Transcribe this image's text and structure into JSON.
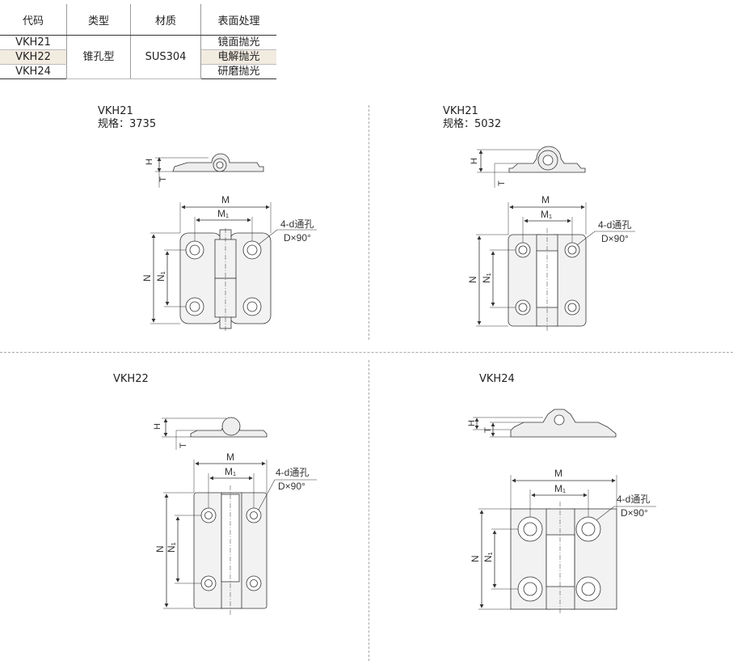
{
  "table": {
    "headers": [
      "代码",
      "类型",
      "材质",
      "表面处理"
    ],
    "codes": [
      "VKH21",
      "VKH22",
      "VKH24"
    ],
    "type": "锥孔型",
    "material": "SUS304",
    "finishes": [
      "镜面抛光",
      "电解抛光",
      "研磨抛光"
    ]
  },
  "drawings": [
    {
      "model": "VKH21",
      "spec": "规格：3735"
    },
    {
      "model": "VKH21",
      "spec": "规格：5032"
    },
    {
      "model": "VKH22",
      "spec": ""
    },
    {
      "model": "VKH24",
      "spec": ""
    }
  ],
  "dims": {
    "H": "H",
    "T": "T",
    "M": "M",
    "M1": "M₁",
    "N": "N",
    "N1": "N₁",
    "hole": "4-d通孔",
    "angle": "D×90°"
  },
  "colors": {
    "line": "#333333",
    "fill": "#f2f2f2",
    "highlight": "#f2ebe0",
    "divider": "#aaaaaa"
  }
}
